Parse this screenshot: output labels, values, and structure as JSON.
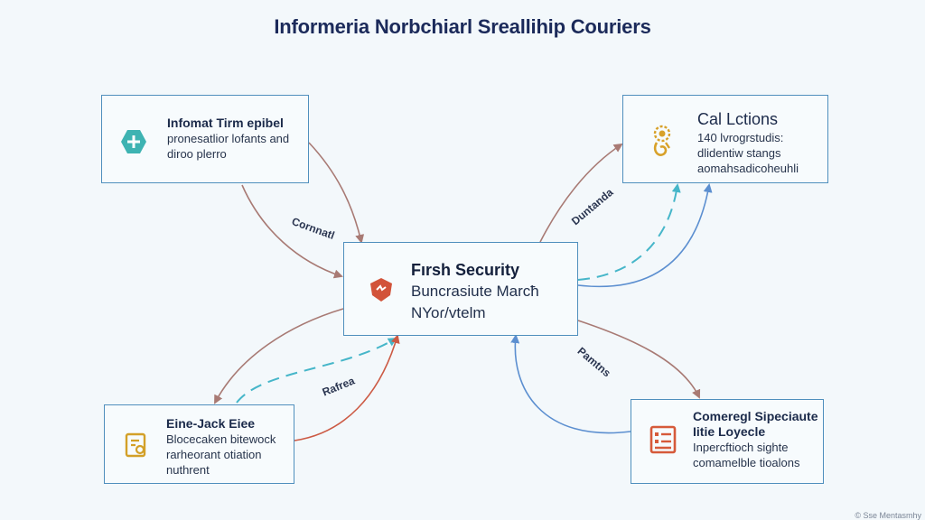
{
  "title": "Informeria Norbchiarl Sreallihip Couriers",
  "center": {
    "heading": "Fırsh Security",
    "lines": [
      "Buncrasiute Marcħ",
      "NYoɾ/vtelm"
    ]
  },
  "top_left": {
    "heading": "Infomat Tirm epibel",
    "lines": [
      "pronesatlior lofants and",
      "diroo plerro"
    ]
  },
  "top_right": {
    "heading": "Cal Lctions",
    "lines": [
      "140 lvrogrstudis:",
      "dlidentiw stangs",
      "aomahsadicoheuhli"
    ]
  },
  "bottom_left": {
    "heading": "Eine-Jack Eiee",
    "lines": [
      "Blocecaken bitewock",
      "rarheorant otiation",
      "nuthrent"
    ]
  },
  "bottom_right": {
    "heading": "Comeregl Sipeciaute",
    "lines": [
      "Iitie Loyecle",
      "Inpercftioch sighte",
      "comamelble tioalons"
    ]
  },
  "edge_labels": {
    "top_left": "Cornnatl",
    "top_right": "Duntanda",
    "bottom_left": "Rafrea",
    "bottom_right": "Pamtns"
  },
  "footer": "© Sse Mentasmhy",
  "colors": {
    "border": "#4f8fbd",
    "arrow_brown": "#a87a74",
    "arrow_blue": "#5c8fd0",
    "arrow_dashed": "#46b6c9",
    "arrow_red": "#cc5a44"
  },
  "icons": {
    "top_left": "hexagon-plus-icon",
    "top_right": "gear-figure-icon",
    "center": "shield-icon",
    "bottom_left": "document-icon",
    "bottom_right": "list-document-icon"
  }
}
